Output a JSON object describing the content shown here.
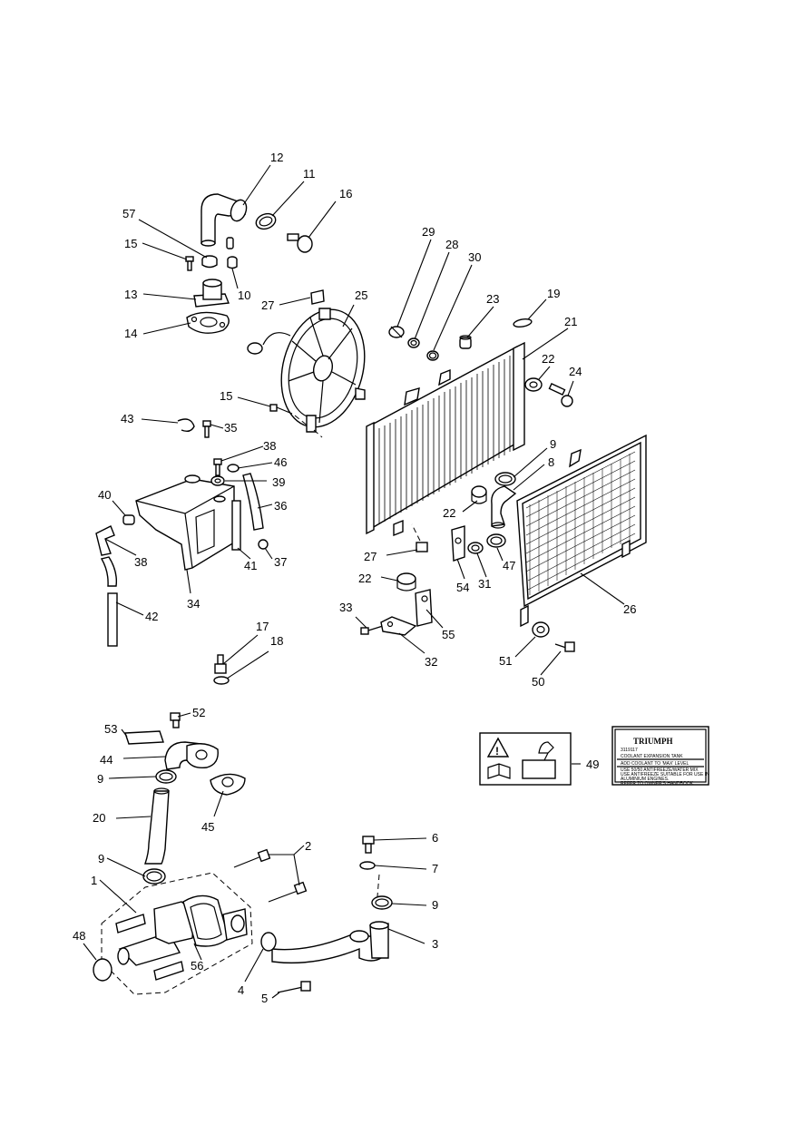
{
  "diagram": {
    "callouts": [
      {
        "id": "c12",
        "text": "12"
      },
      {
        "id": "c11",
        "text": "11"
      },
      {
        "id": "c16",
        "text": "16"
      },
      {
        "id": "c57",
        "text": "57"
      },
      {
        "id": "c15a",
        "text": "15"
      },
      {
        "id": "c10",
        "text": "10"
      },
      {
        "id": "c13",
        "text": "13"
      },
      {
        "id": "c27a",
        "text": "27"
      },
      {
        "id": "c25",
        "text": "25"
      },
      {
        "id": "c14",
        "text": "14"
      },
      {
        "id": "c29",
        "text": "29"
      },
      {
        "id": "c28",
        "text": "28"
      },
      {
        "id": "c30",
        "text": "30"
      },
      {
        "id": "c23",
        "text": "23"
      },
      {
        "id": "c19",
        "text": "19"
      },
      {
        "id": "c21",
        "text": "21"
      },
      {
        "id": "c22a",
        "text": "22"
      },
      {
        "id": "c24",
        "text": "24"
      },
      {
        "id": "c15b",
        "text": "15"
      },
      {
        "id": "c43",
        "text": "43"
      },
      {
        "id": "c35",
        "text": "35"
      },
      {
        "id": "c38a",
        "text": "38"
      },
      {
        "id": "c46",
        "text": "46"
      },
      {
        "id": "c39",
        "text": "39"
      },
      {
        "id": "c40",
        "text": "40"
      },
      {
        "id": "c36",
        "text": "36"
      },
      {
        "id": "c38b",
        "text": "38"
      },
      {
        "id": "c41",
        "text": "41"
      },
      {
        "id": "c37",
        "text": "37"
      },
      {
        "id": "c34",
        "text": "34"
      },
      {
        "id": "c42",
        "text": "42"
      },
      {
        "id": "c9a",
        "text": "9"
      },
      {
        "id": "c8",
        "text": "8"
      },
      {
        "id": "c22b",
        "text": "22"
      },
      {
        "id": "c27b",
        "text": "27"
      },
      {
        "id": "c47",
        "text": "47"
      },
      {
        "id": "c54",
        "text": "54"
      },
      {
        "id": "c31",
        "text": "31"
      },
      {
        "id": "c22c",
        "text": "22"
      },
      {
        "id": "c26",
        "text": "26"
      },
      {
        "id": "c33",
        "text": "33"
      },
      {
        "id": "c55",
        "text": "55"
      },
      {
        "id": "c32",
        "text": "32"
      },
      {
        "id": "c51",
        "text": "51"
      },
      {
        "id": "c50",
        "text": "50"
      },
      {
        "id": "c17",
        "text": "17"
      },
      {
        "id": "c18",
        "text": "18"
      },
      {
        "id": "c52",
        "text": "52"
      },
      {
        "id": "c53",
        "text": "53"
      },
      {
        "id": "c44",
        "text": "44"
      },
      {
        "id": "c9b",
        "text": "9"
      },
      {
        "id": "c45",
        "text": "45"
      },
      {
        "id": "c20",
        "text": "20"
      },
      {
        "id": "c49",
        "text": "49"
      },
      {
        "id": "c6",
        "text": "6"
      },
      {
        "id": "c2",
        "text": "2"
      },
      {
        "id": "c9c",
        "text": "9"
      },
      {
        "id": "c7",
        "text": "7"
      },
      {
        "id": "c9d",
        "text": "9"
      },
      {
        "id": "c1",
        "text": "1"
      },
      {
        "id": "c3",
        "text": "3"
      },
      {
        "id": "c48",
        "text": "48"
      },
      {
        "id": "c56",
        "text": "56"
      },
      {
        "id": "c4",
        "text": "4"
      },
      {
        "id": "c5",
        "text": "5"
      }
    ],
    "decal": {
      "brand": "TRIUMPH",
      "part_no": "3119117",
      "title": "COOLANT EXPANSION TANK",
      "line1": "ADD COOLANT TO 'MAX' LEVEL",
      "line2": "USE 50/50 ANTIFREEZE/WATER MIX",
      "line3": "USE ANTIFREEZE SUITABLE FOR USE IN",
      "line4": "ALUMINIUM ENGINES.",
      "line5": "REFER TO OWNER'S HANDBOOK."
    }
  }
}
